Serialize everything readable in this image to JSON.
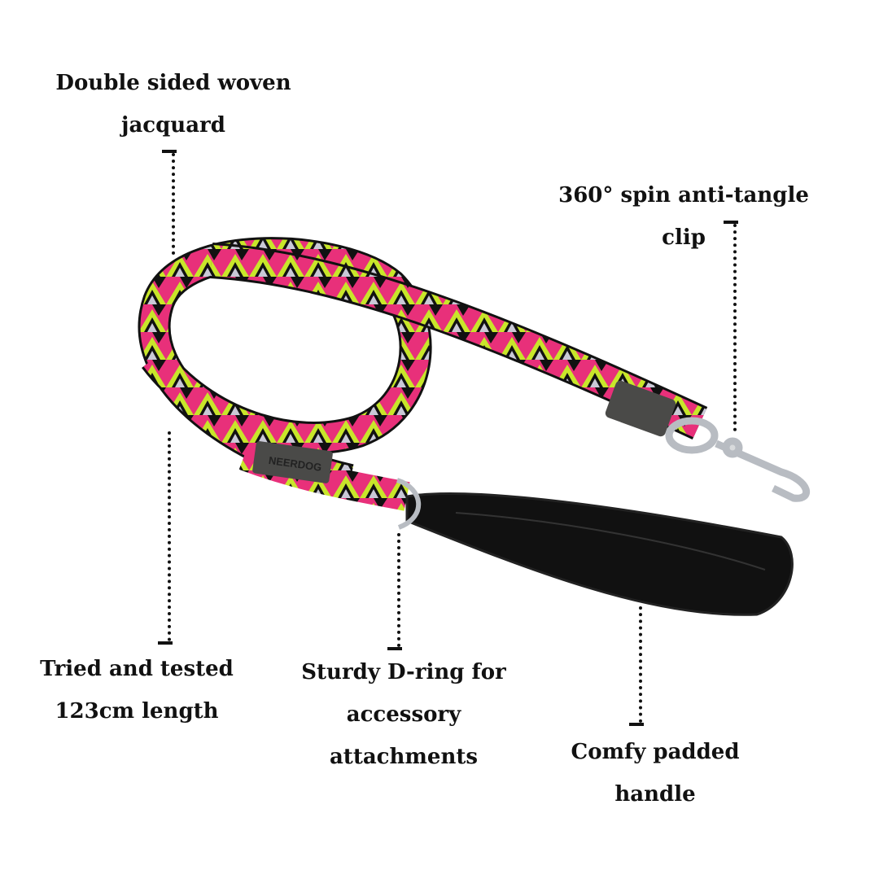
{
  "labels": {
    "jacquard": [
      "Double sided woven",
      "jacquard"
    ],
    "clip": [
      "360° spin anti-tangle",
      "clip"
    ],
    "length": [
      "Tried and tested",
      "123cm length"
    ],
    "dring": [
      "Sturdy D-ring for",
      "accessory",
      "attachments"
    ],
    "handle": [
      "Comfy padded",
      "handle"
    ]
  },
  "brand": "NEERDOG",
  "colors": {
    "pink": "#e8307a",
    "lime": "#c8e62a",
    "grey": "#c9c9d6",
    "black": "#111111",
    "tag": "#4a4a48",
    "metal": "#b8bcc2"
  }
}
